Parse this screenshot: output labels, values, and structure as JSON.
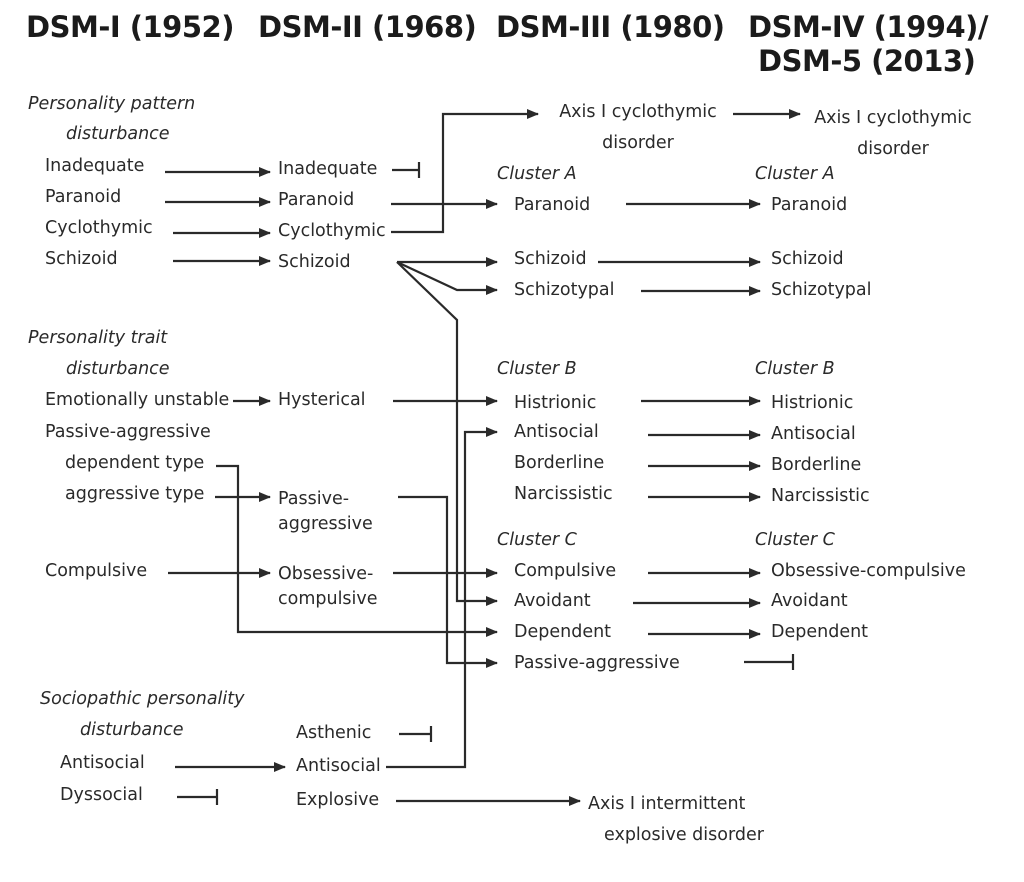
{
  "headers": {
    "dsm1": "DSM-I (1952)",
    "dsm2": "DSM-II (1968)",
    "dsm3": "DSM-III (1980)",
    "dsm4_line1": "DSM-IV (1994)/",
    "dsm4_line2": "DSM-5 (2013)"
  },
  "dsm1": {
    "pattern_label_1": "Personality pattern",
    "pattern_label_2": "disturbance",
    "inadequate": "Inadequate",
    "paranoid": "Paranoid",
    "cyclothymic": "Cyclothymic",
    "schizoid": "Schizoid",
    "trait_label_1": "Personality trait",
    "trait_label_2": "disturbance",
    "emotionally_unstable": "Emotionally unstable",
    "passive_aggressive": "Passive-aggressive",
    "dependent_type": "dependent type",
    "aggressive_type": "aggressive type",
    "compulsive": "Compulsive",
    "sociopathic_label_1": "Sociopathic personality",
    "sociopathic_label_2": "disturbance",
    "antisocial": "Antisocial",
    "dyssocial": "Dyssocial"
  },
  "dsm2": {
    "inadequate": "Inadequate",
    "paranoid": "Paranoid",
    "cyclothymic": "Cyclothymic",
    "schizoid": "Schizoid",
    "hysterical": "Hysterical",
    "passive_aggressive_1": "Passive-",
    "passive_aggressive_2": "aggressive",
    "obsessive_compulsive_1": "Obsessive-",
    "obsessive_compulsive_2": "compulsive",
    "asthenic": "Asthenic",
    "antisocial": "Antisocial",
    "explosive": "Explosive"
  },
  "dsm3": {
    "axis1_cyclothymic_1": "Axis I cyclothymic",
    "axis1_cyclothymic_2": "disorder",
    "cluster_a": "Cluster A",
    "paranoid": "Paranoid",
    "schizoid": "Schizoid",
    "schizotypal": "Schizotypal",
    "cluster_b": "Cluster B",
    "histrionic": "Histrionic",
    "antisocial": "Antisocial",
    "borderline": "Borderline",
    "narcissistic": "Narcissistic",
    "cluster_c": "Cluster C",
    "compulsive": "Compulsive",
    "avoidant": "Avoidant",
    "dependent": "Dependent",
    "passive_aggressive": "Passive-aggressive",
    "axis1_explosive_1": "Axis I intermittent",
    "axis1_explosive_2": "explosive disorder"
  },
  "dsm4": {
    "axis1_cyclothymic_1": "Axis I cyclothymic",
    "axis1_cyclothymic_2": "disorder",
    "cluster_a": "Cluster A",
    "paranoid": "Paranoid",
    "schizoid": "Schizoid",
    "schizotypal": "Schizotypal",
    "cluster_b": "Cluster B",
    "histrionic": "Histrionic",
    "antisocial": "Antisocial",
    "borderline": "Borderline",
    "narcissistic": "Narcissistic",
    "cluster_c": "Cluster C",
    "obsessive_compulsive": "Obsessive-compulsive",
    "avoidant": "Avoidant",
    "dependent": "Dependent"
  },
  "colors": {
    "line": "#2a2a2a",
    "text": "#2a2a2a"
  }
}
